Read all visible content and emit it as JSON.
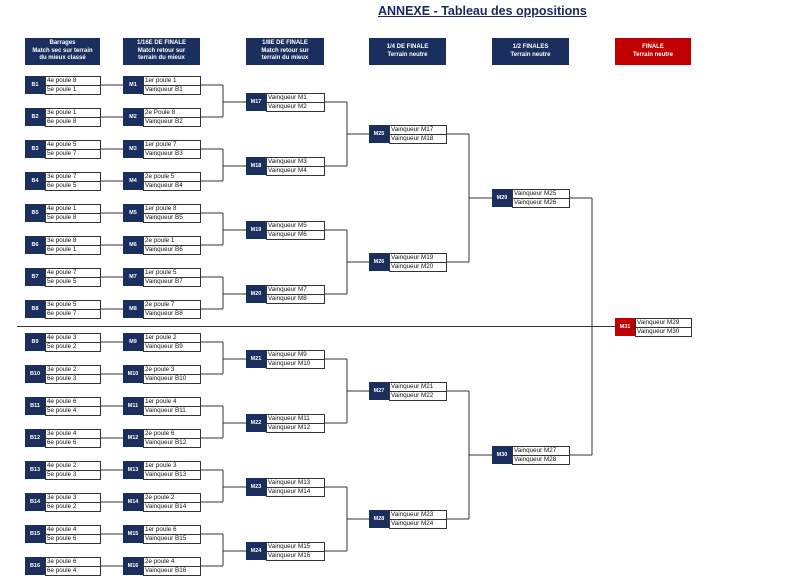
{
  "title": "ANNEXE - Tableau des oppositions",
  "headers": [
    {
      "lines": [
        "Barrages",
        "Match sec sur terrain",
        "du mieux classé"
      ]
    },
    {
      "lines": [
        "1/16E DE FINALE",
        "Match retour sur",
        "terrain du mieux"
      ]
    },
    {
      "lines": [
        "1/8E DE FINALE",
        "Match retour sur",
        "terrain du mieux"
      ]
    },
    {
      "lines": [
        "1/4 DE FINALE",
        "Terrain neutre"
      ]
    },
    {
      "lines": [
        "1/2 FINALES",
        "Terrain neutre"
      ]
    },
    {
      "lines": [
        "FINALE",
        "Terrain neutre"
      ]
    }
  ],
  "barrages": [
    {
      "code": "B1",
      "teams": [
        "4e poule 8",
        "5e poule 1"
      ]
    },
    {
      "code": "B2",
      "teams": [
        "3e poule 1",
        "6e poule 8"
      ]
    },
    {
      "code": "B3",
      "teams": [
        "4e poule 5",
        "5e poule 7"
      ]
    },
    {
      "code": "B4",
      "teams": [
        "3e poule 7",
        "6e poule 5"
      ]
    },
    {
      "code": "B5",
      "teams": [
        "4e poule 1",
        "5e poule 8"
      ]
    },
    {
      "code": "B6",
      "teams": [
        "3e poule 8",
        "6e poule 1"
      ]
    },
    {
      "code": "B7",
      "teams": [
        "4e poule 7",
        "5e poule 5"
      ]
    },
    {
      "code": "B8",
      "teams": [
        "3e poule 5",
        "6e poule 7"
      ]
    },
    {
      "code": "B9",
      "teams": [
        "4e poule 3",
        "5e poule 2"
      ]
    },
    {
      "code": "B10",
      "teams": [
        "3e poule 2",
        "6e poule 3"
      ]
    },
    {
      "code": "B11",
      "teams": [
        "4e poule 6",
        "5e poule 4"
      ]
    },
    {
      "code": "B12",
      "teams": [
        "3e poule 4",
        "6e poule 6"
      ]
    },
    {
      "code": "B13",
      "teams": [
        "4e poule 2",
        "5e poule 3"
      ]
    },
    {
      "code": "B14",
      "teams": [
        "3e poule 3",
        "6e poule 2"
      ]
    },
    {
      "code": "B15",
      "teams": [
        "4e poule 4",
        "5e poule 6"
      ]
    },
    {
      "code": "B16",
      "teams": [
        "3e poule 6",
        "6e poule 4"
      ]
    }
  ],
  "sixteenths": [
    {
      "code": "M1",
      "teams": [
        "1er poule 1",
        "Vainqueur B1"
      ]
    },
    {
      "code": "M2",
      "teams": [
        "2e Poule 8",
        "Vainqueur B2"
      ]
    },
    {
      "code": "M3",
      "teams": [
        "1er poule 7",
        "Vainqueur B3"
      ]
    },
    {
      "code": "M4",
      "teams": [
        "2e poule 5",
        "Vainqueur B4"
      ]
    },
    {
      "code": "M5",
      "teams": [
        "1er poule 8",
        "Vainqueur B5"
      ]
    },
    {
      "code": "M6",
      "teams": [
        "2e poule 1",
        "Vainqueur B6"
      ]
    },
    {
      "code": "M7",
      "teams": [
        "1er poule 5",
        "Vainqueur B7"
      ]
    },
    {
      "code": "M8",
      "teams": [
        "2e poule 7",
        "Vainqueur B8"
      ]
    },
    {
      "code": "M9",
      "teams": [
        "1er poule 2",
        "Vainqueur B9"
      ]
    },
    {
      "code": "M10",
      "teams": [
        "2e poule 3",
        "Vainqueur B10"
      ]
    },
    {
      "code": "M11",
      "teams": [
        "1er poule 4",
        "Vainqueur B11"
      ]
    },
    {
      "code": "M12",
      "teams": [
        "2e poule 6",
        "Vainqueur B12"
      ]
    },
    {
      "code": "M13",
      "teams": [
        "1er poule 3",
        "Vainqueur B13"
      ]
    },
    {
      "code": "M14",
      "teams": [
        "2e poule 2",
        "Vainqueur B14"
      ]
    },
    {
      "code": "M15",
      "teams": [
        "1er poule 6",
        "Vainqueur B15"
      ]
    },
    {
      "code": "M16",
      "teams": [
        "2e poule 4",
        "Vainqueur B16"
      ]
    }
  ],
  "eighths": [
    {
      "code": "M17",
      "teams": [
        "Vainqueur M1",
        "Vainqueur M2"
      ]
    },
    {
      "code": "M18",
      "teams": [
        "Vainqueur M3",
        "Vainqueur M4"
      ]
    },
    {
      "code": "M19",
      "teams": [
        "Vainqueur M5",
        "Vainqueur M6"
      ]
    },
    {
      "code": "M20",
      "teams": [
        "Vainqueur M7",
        "Vainqueur M8"
      ]
    },
    {
      "code": "M21",
      "teams": [
        "Vainqueur M9",
        "Vainqueur M10"
      ]
    },
    {
      "code": "M22",
      "teams": [
        "Vainqueur M11",
        "Vainqueur M12"
      ]
    },
    {
      "code": "M23",
      "teams": [
        "Vainqueur M13",
        "Vainqueur M14"
      ]
    },
    {
      "code": "M24",
      "teams": [
        "Vainqueur M15",
        "Vainqueur M16"
      ]
    }
  ],
  "quarters": [
    {
      "code": "M25",
      "teams": [
        "Vainqueur M17",
        "Vainqueur M18"
      ]
    },
    {
      "code": "M26",
      "teams": [
        "Vainqueur M19",
        "Vainqueur M20"
      ]
    },
    {
      "code": "M27",
      "teams": [
        "Vainqueur M21",
        "Vainqueur M22"
      ]
    },
    {
      "code": "M28",
      "teams": [
        "Vainqueur M23",
        "Vainqueur M24"
      ]
    }
  ],
  "semis": [
    {
      "code": "M29",
      "teams": [
        "Vainqueur M25",
        "Vainqueur M26"
      ]
    },
    {
      "code": "M30",
      "teams": [
        "Vainqueur M27",
        "Vainqueur M28"
      ]
    }
  ],
  "final": {
    "code": "M31",
    "teams": [
      "Vainqueur M29",
      "Vainqueur M30"
    ]
  },
  "colors": {
    "navy": "#1b2f5e",
    "red": "#c00000",
    "title": "#1a2a5e"
  }
}
